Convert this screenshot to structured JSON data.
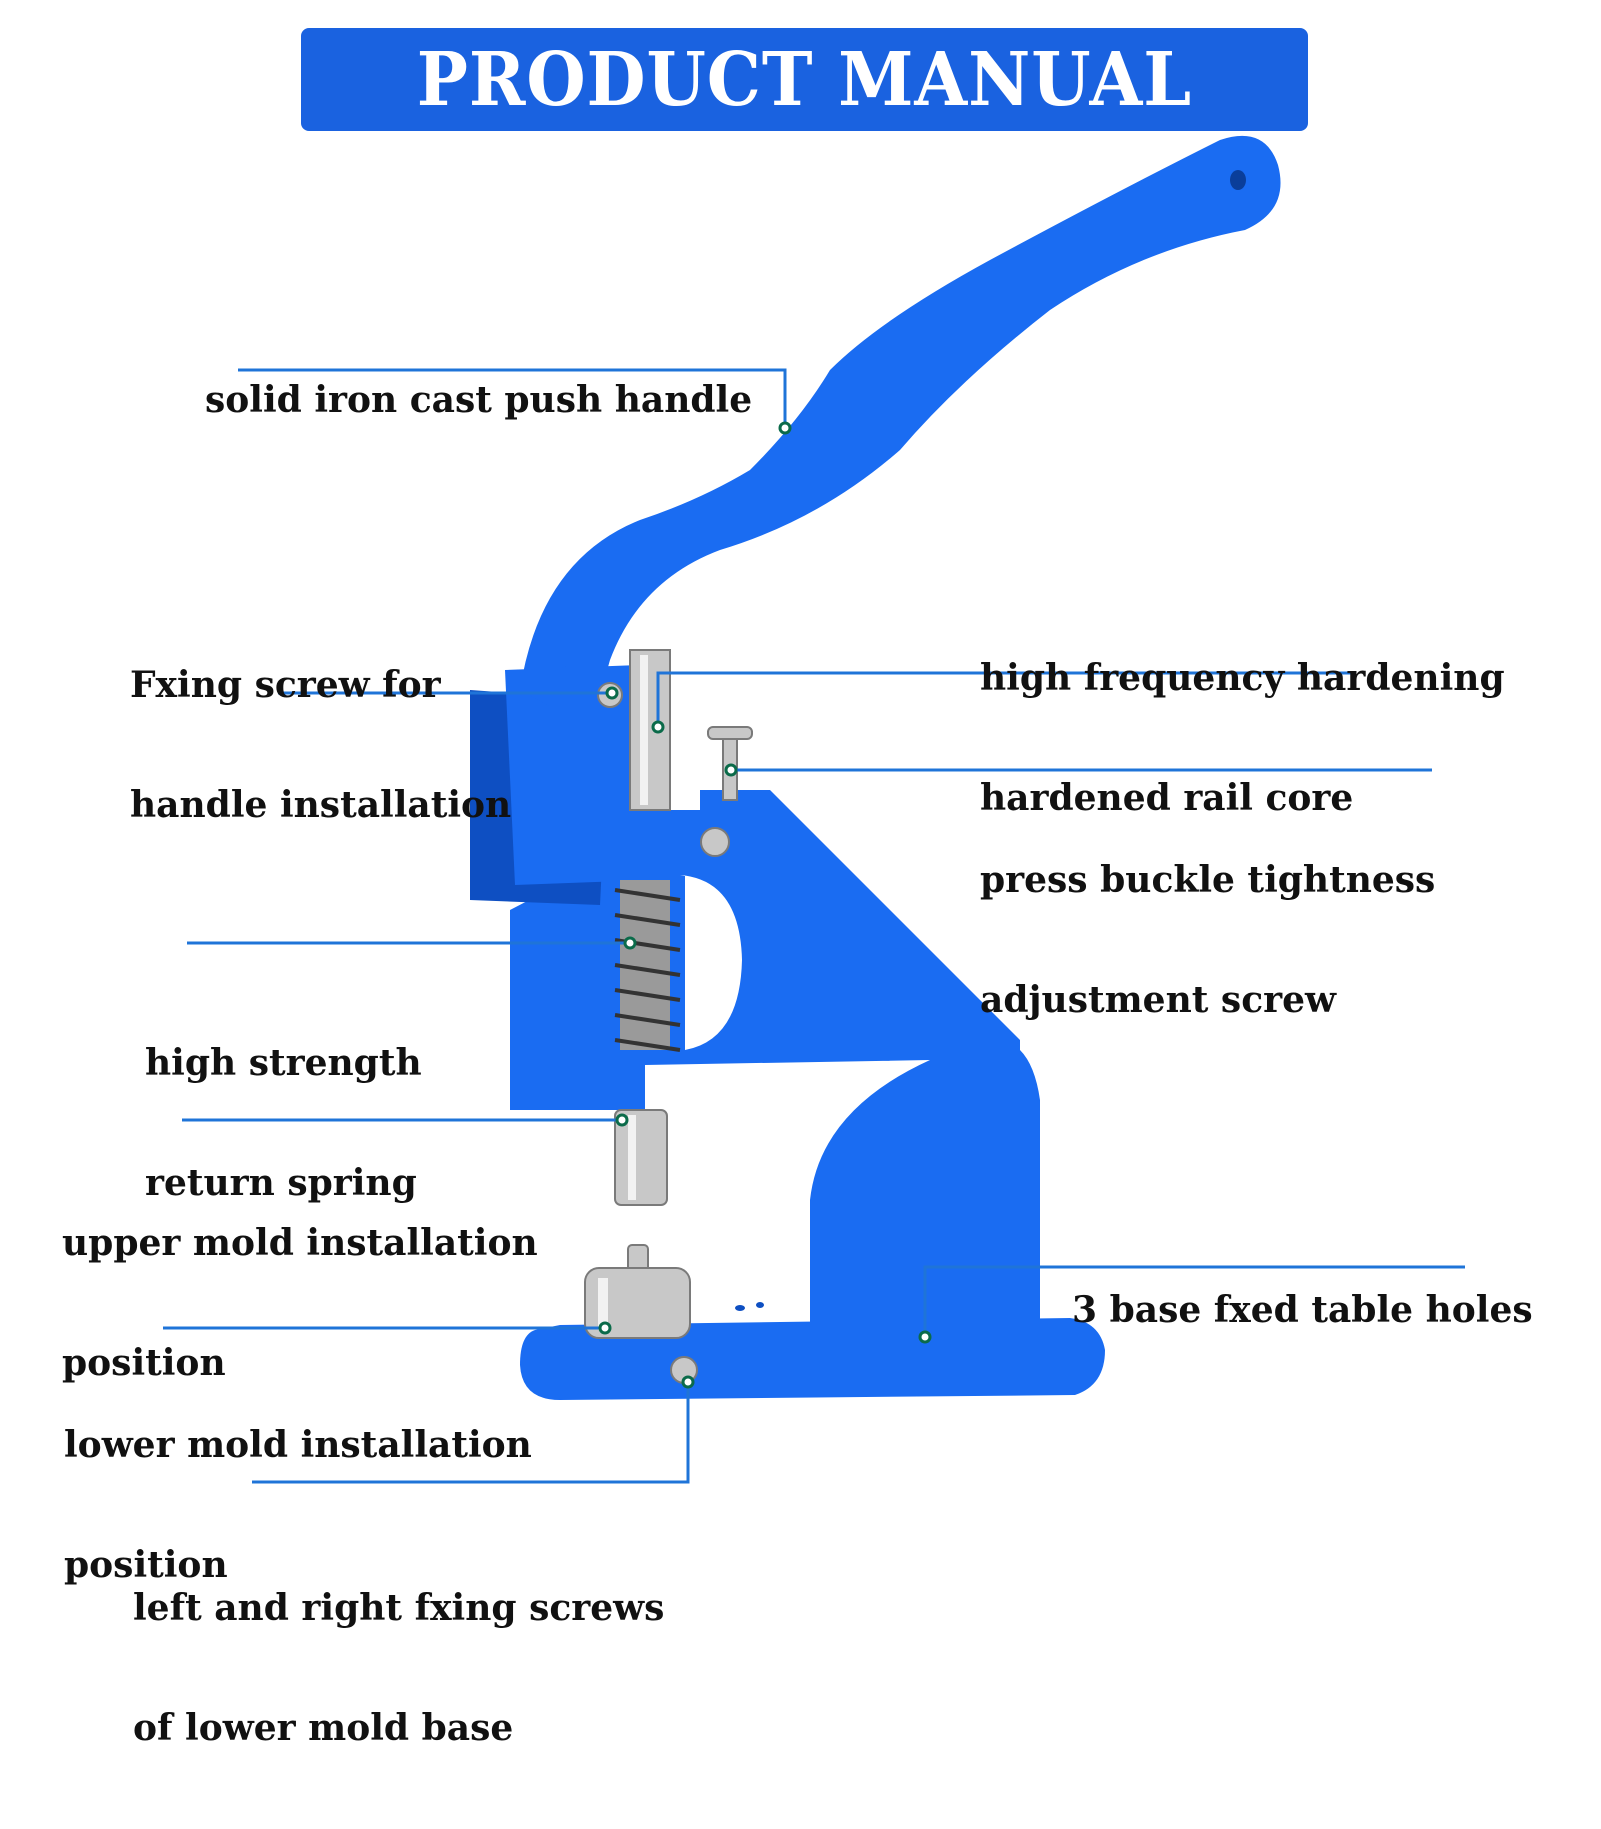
{
  "title": "PRODUCT MANUAL",
  "colors": {
    "banner": "#1a62e0",
    "machine": "#1a6cf2",
    "machine_dark": "#0e4fc2",
    "leader": "#1f74d8",
    "dot_fill": "#ffffff",
    "dot_ring": "#0b6b4a",
    "metal": "#c8c8c8"
  },
  "callouts": [
    {
      "id": "push-handle",
      "lines": [
        "solid iron cast push handle"
      ]
    },
    {
      "id": "handle-screw",
      "lines": [
        "Fxing screw for",
        "handle installation"
      ]
    },
    {
      "id": "rail-core",
      "lines": [
        "high frequency hardening",
        "hardened rail core"
      ]
    },
    {
      "id": "tightness-screw",
      "lines": [
        "press buckle tightness",
        "adjustment screw"
      ]
    },
    {
      "id": "return-spring",
      "lines": [
        "high strength",
        "return spring"
      ]
    },
    {
      "id": "upper-mold",
      "lines": [
        "upper mold installation",
        "position"
      ]
    },
    {
      "id": "table-holes",
      "lines": [
        "3 base fxed table holes"
      ]
    },
    {
      "id": "lower-mold",
      "lines": [
        "lower mold installation",
        "position"
      ]
    },
    {
      "id": "base-screws",
      "lines": [
        "left and right fxing screws",
        "of lower mold base"
      ]
    }
  ]
}
